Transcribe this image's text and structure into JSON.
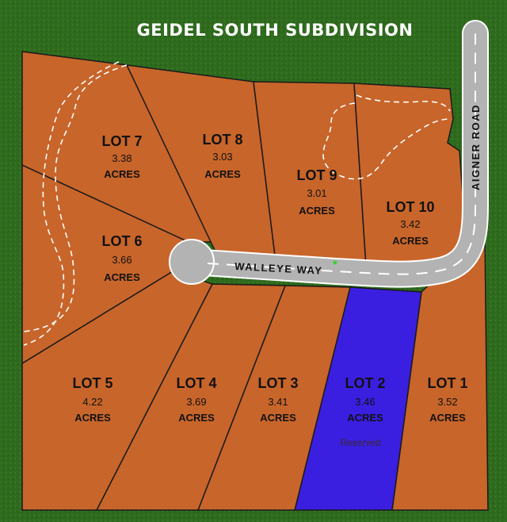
{
  "title": "GEIDEL SOUTH SUBDIVISION",
  "colors": {
    "grass": "#2f6b1e",
    "lot": "#c8652a",
    "reserved_lot": "#3a1fe0",
    "road": "#b3b3b3",
    "road_edge": "#ffffff"
  },
  "roads": {
    "walleye_way": "WALLEYE WAY",
    "aigner_road": "AIGNER ROAD"
  },
  "lots": [
    {
      "name": "LOT 1",
      "acres": "3.52",
      "unit": "ACRES",
      "reserved": false,
      "note": ""
    },
    {
      "name": "LOT 2",
      "acres": "3.46",
      "unit": "ACRES",
      "reserved": true,
      "note": "Reserved"
    },
    {
      "name": "LOT 3",
      "acres": "3.41",
      "unit": "ACRES",
      "reserved": false,
      "note": ""
    },
    {
      "name": "LOT 4",
      "acres": "3.69",
      "unit": "ACRES",
      "reserved": false,
      "note": ""
    },
    {
      "name": "LOT 5",
      "acres": "4.22",
      "unit": "ACRES",
      "reserved": false,
      "note": ""
    },
    {
      "name": "LOT 6",
      "acres": "3.66",
      "unit": "ACRES",
      "reserved": false,
      "note": ""
    },
    {
      "name": "LOT 7",
      "acres": "3.38",
      "unit": "ACRES",
      "reserved": false,
      "note": ""
    },
    {
      "name": "LOT 8",
      "acres": "3.03",
      "unit": "ACRES",
      "reserved": false,
      "note": ""
    },
    {
      "name": "LOT 9",
      "acres": "3.01",
      "unit": "ACRES",
      "reserved": false,
      "note": ""
    },
    {
      "name": "LOT 10",
      "acres": "3.42",
      "unit": "ACRES",
      "reserved": false,
      "note": ""
    }
  ]
}
